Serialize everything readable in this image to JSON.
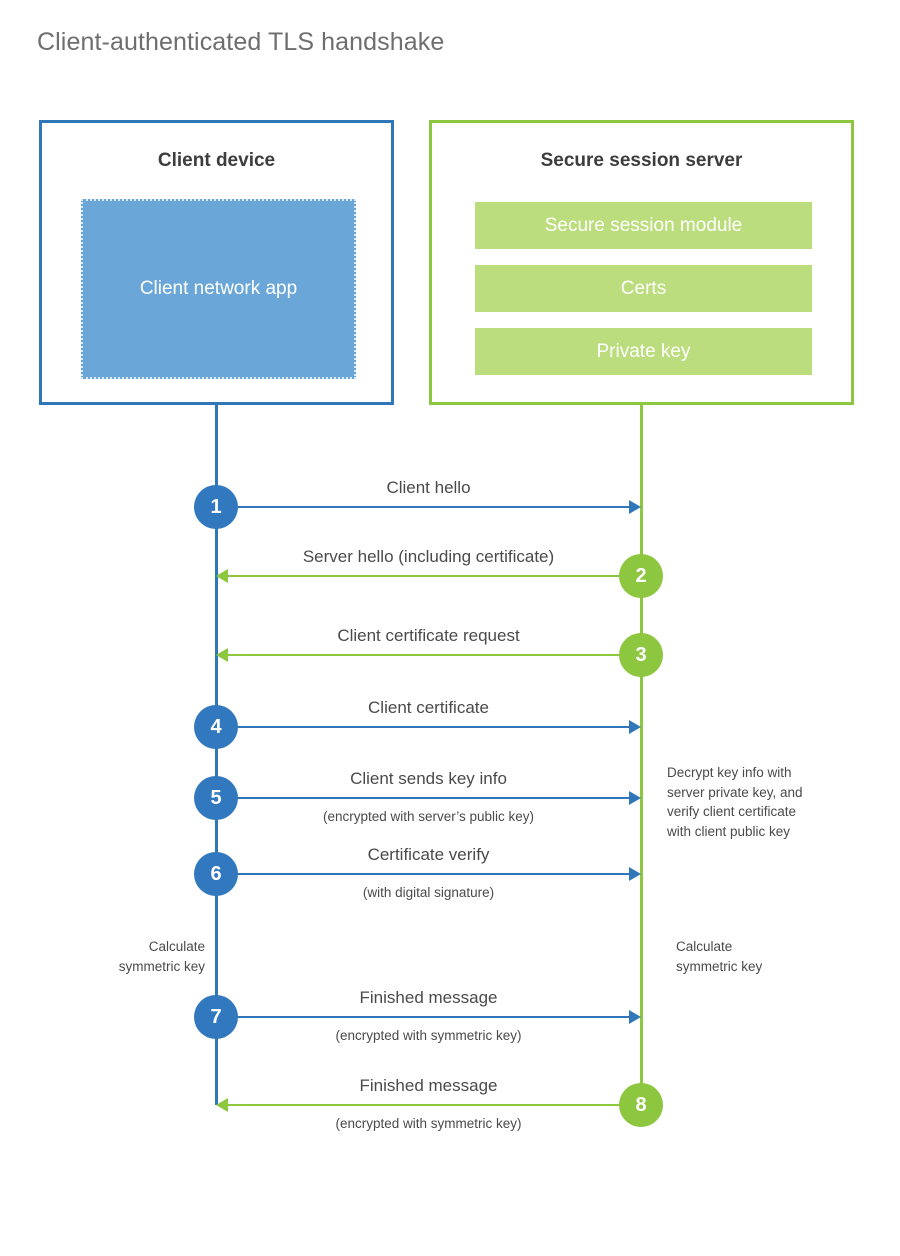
{
  "title": "Client-authenticated TLS handshake",
  "colors": {
    "client_accent": "#2f77b8",
    "client_fill": "#6aa7d8",
    "client_circle": "#3178be",
    "server_accent": "#8dc63f",
    "server_fill": "#bcdd7d",
    "text": "#4a4a4a",
    "title_text": "#6e6e6e"
  },
  "client": {
    "title": "Client device",
    "app_label": "Client network app"
  },
  "server": {
    "title": "Secure session server",
    "bars": [
      "Secure session module",
      "Certs",
      "Private key"
    ]
  },
  "steps": [
    {
      "number": "1",
      "label": "Client hello",
      "sublabel": "",
      "direction": "client-to-server",
      "color": "blue"
    },
    {
      "number": "2",
      "label": "Server hello (including certificate)",
      "sublabel": "",
      "direction": "server-to-client",
      "color": "green"
    },
    {
      "number": "3",
      "label": "Client certificate request",
      "sublabel": "",
      "direction": "server-to-client",
      "color": "green"
    },
    {
      "number": "4",
      "label": "Client certificate",
      "sublabel": "",
      "direction": "client-to-server",
      "color": "blue"
    },
    {
      "number": "5",
      "label": "Client sends key info",
      "sublabel": "(encrypted with server’s public key)",
      "direction": "client-to-server",
      "color": "blue"
    },
    {
      "number": "6",
      "label": "Certificate verify",
      "sublabel": "(with digital signature)",
      "direction": "client-to-server",
      "color": "blue"
    },
    {
      "number": "7",
      "label": "Finished message",
      "sublabel": "(encrypted with symmetric key)",
      "direction": "client-to-server",
      "color": "blue"
    },
    {
      "number": "8",
      "label": "Finished message",
      "sublabel": "(encrypted with symmetric key)",
      "direction": "server-to-client",
      "color": "green"
    }
  ],
  "annotations": {
    "server_decrypt": [
      "Decrypt key info with",
      "server private key, and",
      "verify client certificate",
      "with client public key"
    ],
    "client_symmetric_key": [
      "Calculate",
      "symmetric key"
    ],
    "server_symmetric_key": [
      "Calculate",
      "symmetric key"
    ]
  }
}
